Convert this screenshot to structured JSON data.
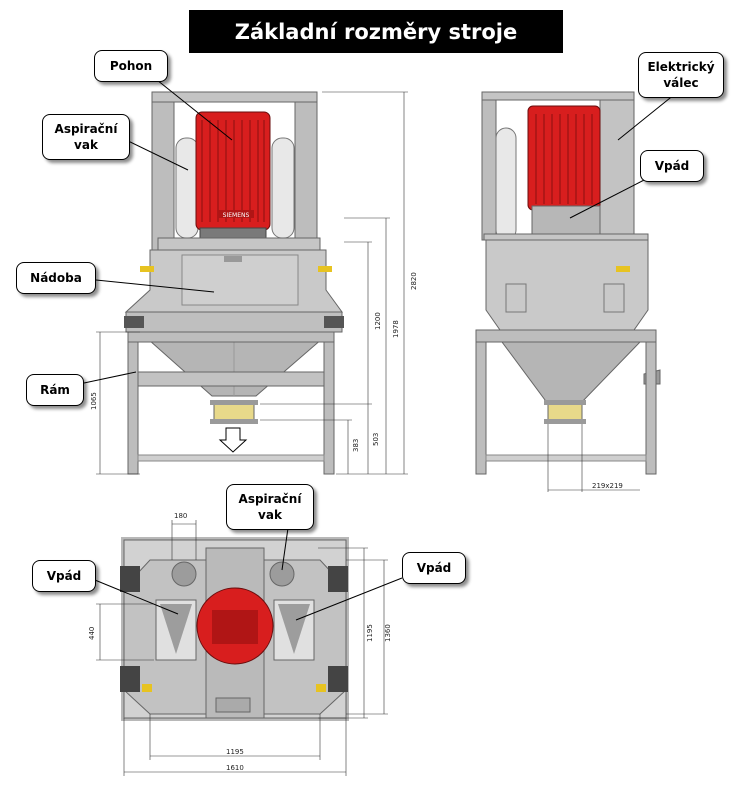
{
  "title": "Základní rozměry stroje",
  "callouts": {
    "pohon": "Pohon",
    "aspiracni_vak_1": "Aspirační",
    "aspiracni_vak_2": "vak",
    "nadoba": "Nádoba",
    "ram": "Rám",
    "elektricky_valec_1": "Elektrický",
    "elektricky_valec_2": "válec",
    "vpad_side": "Vpád",
    "aspiracni_vak_top_1": "Aspirační",
    "aspiracni_vak_top_2": "vak",
    "vpad_left": "Vpád",
    "vpad_right": "Vpád"
  },
  "dimensions": {
    "d2820": "2820",
    "d1978": "1978",
    "d1200": "1200",
    "d1065": "1065",
    "d503": "503",
    "d383": "383",
    "d219": "219x219",
    "d180": "180",
    "d440": "440",
    "d1195v": "1195",
    "d1360": "1360",
    "d1195h": "1195",
    "d1610": "1610"
  },
  "motor_brand": "SIEMENS",
  "colors": {
    "motor_red": "#d81e1e",
    "frame_grey": "#b8b8b8",
    "body_grey": "#c9c9c9",
    "flange_yellow": "#e8d98a"
  }
}
